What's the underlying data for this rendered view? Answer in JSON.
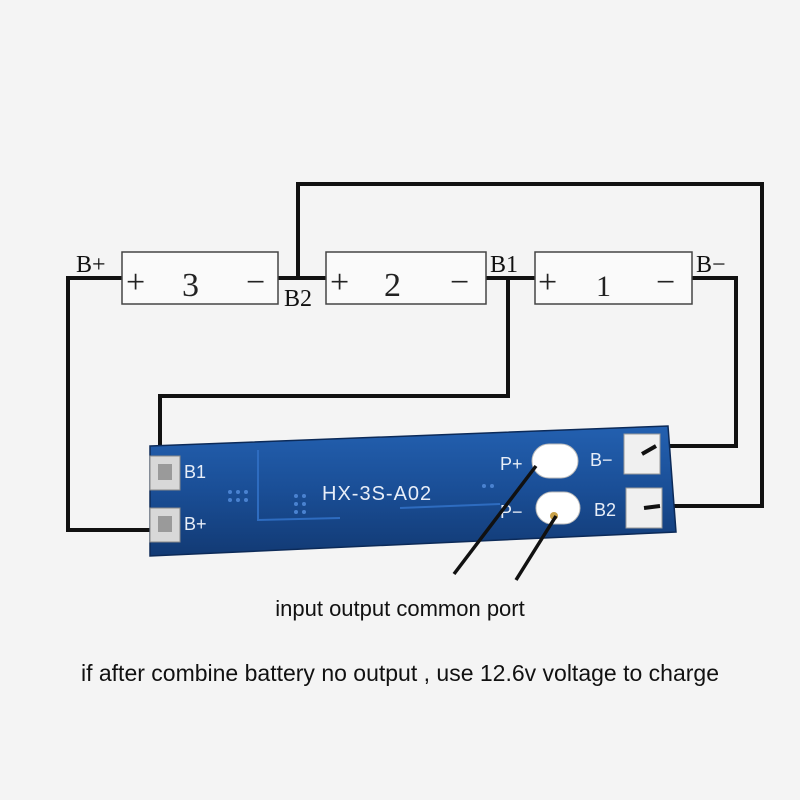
{
  "cells": [
    {
      "plus": "+",
      "number": "3",
      "minus": "−"
    },
    {
      "plus": "+",
      "number": "2",
      "minus": "−"
    },
    {
      "plus": "+",
      "number": "1",
      "minus": "−"
    }
  ],
  "wire_labels": {
    "b_plus": "B+",
    "b2": "B2",
    "b1": "B1",
    "b_minus": "B−"
  },
  "board": {
    "model": "HX-3S-A02",
    "pad_left_b1": "B1",
    "pad_left_b_plus": "B+",
    "pad_p_plus": "P+",
    "pad_p_minus": "P−",
    "pad_right_b_minus": "B−",
    "pad_right_b2": "B2"
  },
  "captions": {
    "port": "input output common port",
    "note": "if after combine battery no output , use 12.6v voltage to charge"
  },
  "colors": {
    "pcb": "#1a4e96",
    "wire": "#111111",
    "pad": "#d8d8d8"
  }
}
